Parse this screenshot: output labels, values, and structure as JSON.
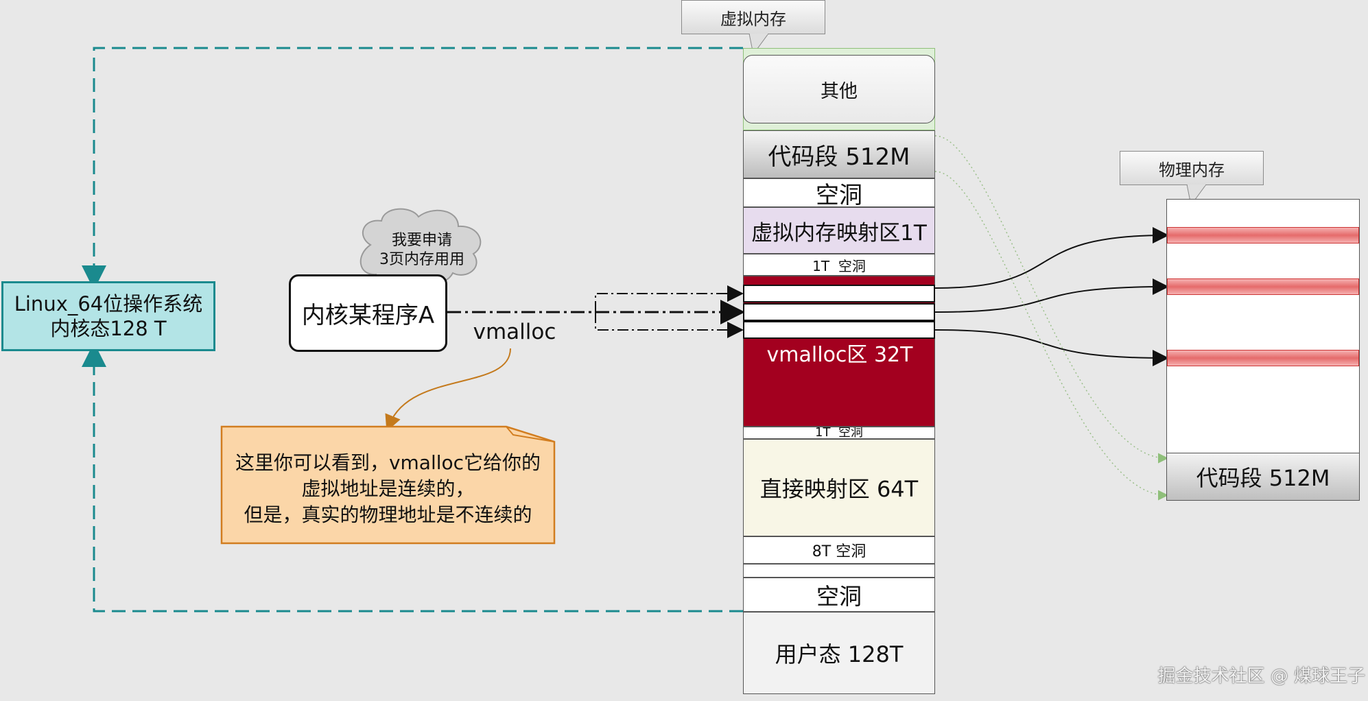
{
  "virtual_memory_label": "虚拟内存",
  "physical_memory_label": "物理内存",
  "os_box": {
    "line1": "Linux_64位操作系统",
    "line2": "内核态128 T"
  },
  "program_box": "内核某程序A",
  "cloud": {
    "line1": "我要申请",
    "line2": "3页内存用用"
  },
  "vmalloc_label": "vmalloc",
  "note": {
    "line1": "这里你可以看到，vmalloc它给你的",
    "line2": "虚拟地址是连续的，",
    "line3": "但是，真实的物理地址是不连续的"
  },
  "segments": {
    "other": "其他",
    "code": "代码段 512M",
    "hole1": "空洞",
    "vmap": "虚拟内存映射区1T",
    "hole_1t_a": "1T  空洞",
    "vmalloc": "vmalloc区 32T",
    "hole_1t_b": "1T  空洞",
    "direct": "直接映射区 64T",
    "hole_8t": "8T 空洞",
    "hole2": "空洞",
    "user": "用户态 128T"
  },
  "physical_code": "代码段 512M",
  "watermark": "掘金技术社区 @ 煤球王子",
  "colors": {
    "vmalloc_red": "#a3001f",
    "page_red": "#e56b6b",
    "teal": "#1a8a8e",
    "note_fill": "#fbd6a8",
    "note_border": "#d27d1f",
    "vmap_fill": "#e7dcee",
    "direct_fill": "#f8f6e6"
  }
}
